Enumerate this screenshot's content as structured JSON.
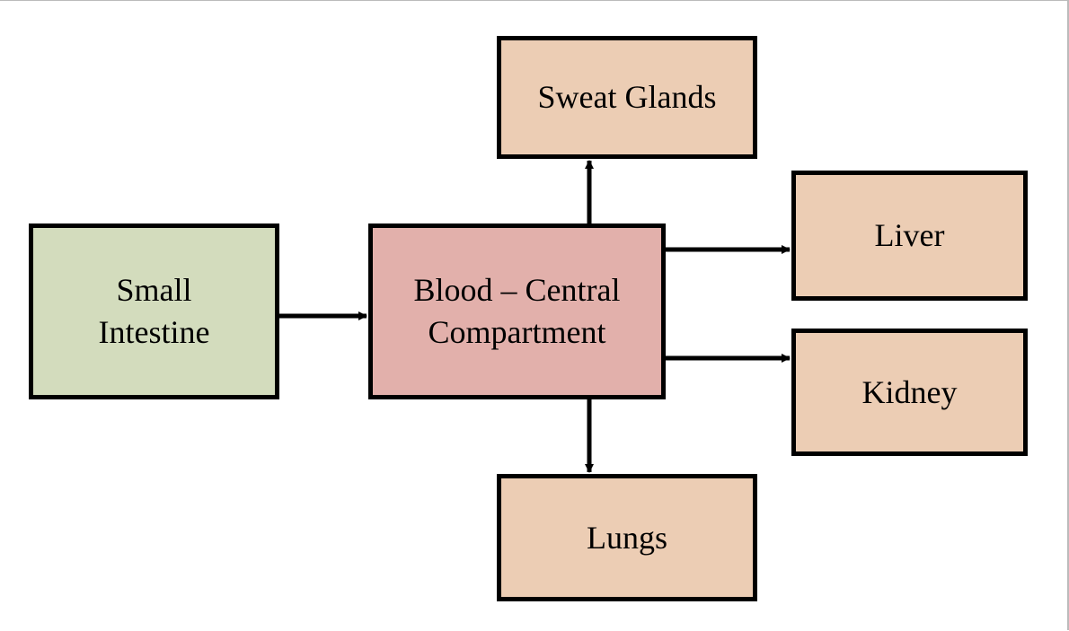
{
  "colors": {
    "absorption_fill": "#d3dcbd",
    "central_fill": "#e2b0ab",
    "organ_fill": "#eccdb4",
    "border": "#000000",
    "arrow": "#000000"
  },
  "nodes": {
    "small_intestine": {
      "line1": "Small",
      "line2": "Intestine"
    },
    "blood": {
      "line1": "Blood – Central",
      "line2": "Compartment"
    },
    "sweat_glands": {
      "label": "Sweat Glands"
    },
    "liver": {
      "label": "Liver"
    },
    "kidney": {
      "label": "Kidney"
    },
    "lungs": {
      "label": "Lungs"
    }
  },
  "edges": [
    {
      "from": "small_intestine",
      "to": "blood"
    },
    {
      "from": "blood",
      "to": "sweat_glands"
    },
    {
      "from": "blood",
      "to": "liver"
    },
    {
      "from": "blood",
      "to": "kidney"
    },
    {
      "from": "blood",
      "to": "lungs"
    }
  ]
}
